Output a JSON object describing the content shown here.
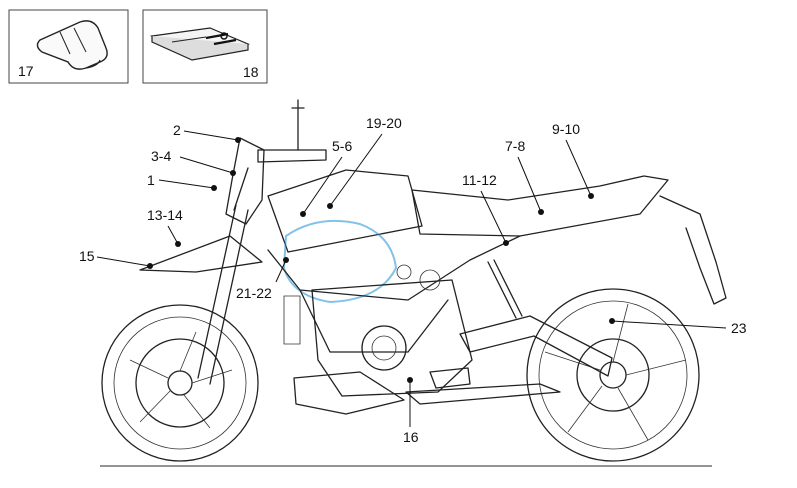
{
  "boxes": [
    {
      "id": "b17",
      "number": "17",
      "icon": "pouch-icon"
    },
    {
      "id": "b18",
      "number": "18",
      "icon": "manual-with-tools-icon"
    }
  ],
  "callouts": {
    "c1": "1",
    "c2": "2",
    "c3": "3-4",
    "c4": "5-6",
    "c5": "19-20",
    "c6": "7-8",
    "c7": "9-10",
    "c8": "11-12",
    "c9": "13-14",
    "c10": "15",
    "c11": "21-22",
    "c12": "23",
    "c13": "16"
  },
  "colors": {
    "outline": "#222222",
    "accent_blue": "#1e8fd6",
    "background": "#ffffff"
  }
}
